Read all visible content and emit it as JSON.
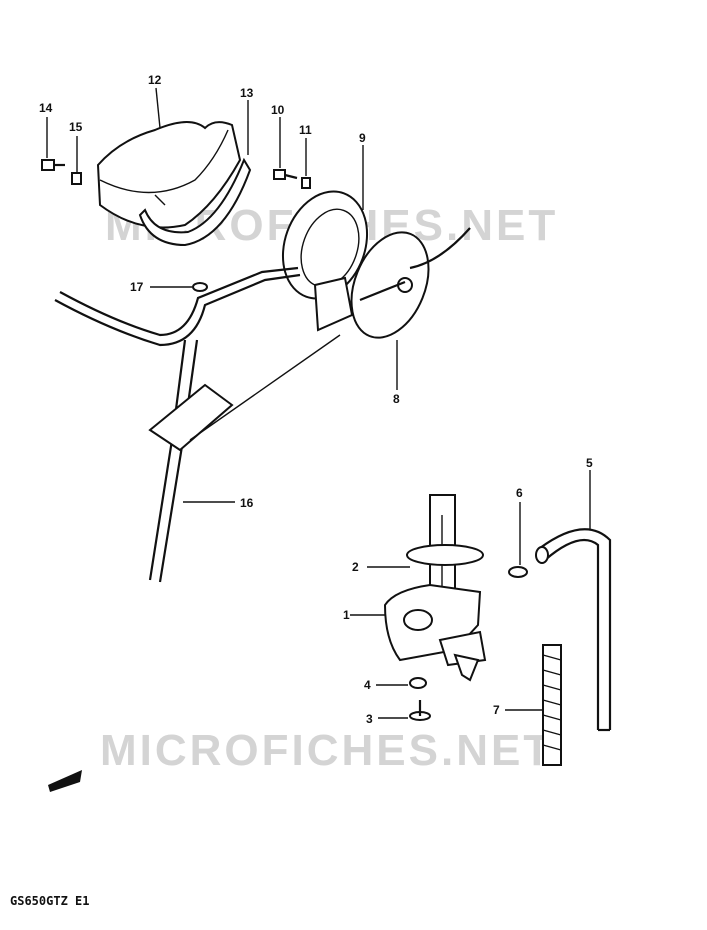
{
  "watermark": "MICROFICHES.NET",
  "model_code": "GS650GTZ E1",
  "callouts": [
    "1",
    "2",
    "3",
    "4",
    "5",
    "6",
    "7",
    "8",
    "9",
    "10",
    "11",
    "12",
    "13",
    "14",
    "15",
    "16",
    "17"
  ],
  "colors": {
    "ink": "#111111",
    "watermark": "#d4d4d4",
    "background": "#ffffff"
  }
}
